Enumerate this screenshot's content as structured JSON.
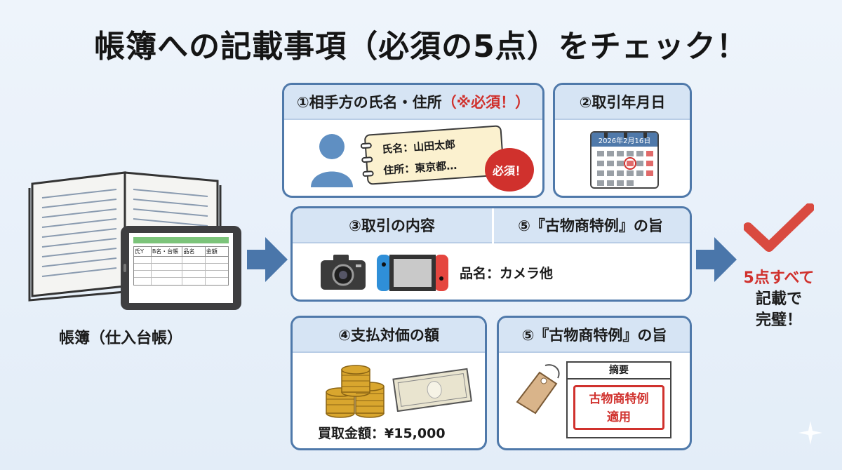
{
  "title": "帳簿への記載事項（必須の5点）をチェック！",
  "ledger": {
    "caption": "帳簿（仕入台帳）",
    "tablet_columns": [
      "氏Y",
      "B名・台帳",
      "品名",
      "金額"
    ]
  },
  "card1": {
    "heading": "①相手方の氏名・住所",
    "heading_required": "（※必須！）",
    "name_line": "氏名：山田太郎",
    "address_line": "住所：東京都…",
    "badge": "必須！"
  },
  "card2": {
    "heading": "②取引年月日",
    "calendar_date": "2026年2月16日"
  },
  "card3": {
    "heading_left": "③取引の内容",
    "heading_right": "⑤『古物商特例』の旨",
    "item_text": "品名：カメラ他"
  },
  "card4": {
    "heading": "④支払対価の額",
    "amount_text": "買取金額：¥15,000"
  },
  "card5": {
    "heading": "⑤『古物商特例』の旨",
    "memo_header": "摘要",
    "stamp_line1": "古物商特例",
    "stamp_line2": "適用"
  },
  "result": {
    "line1": "5点すべて",
    "line2": "記載で",
    "line3": "完璧！"
  },
  "colors": {
    "border": "#4f79aa",
    "header_bg": "#d6e4f4",
    "accent_red": "#d0312d",
    "arrow": "#4a76aa"
  }
}
